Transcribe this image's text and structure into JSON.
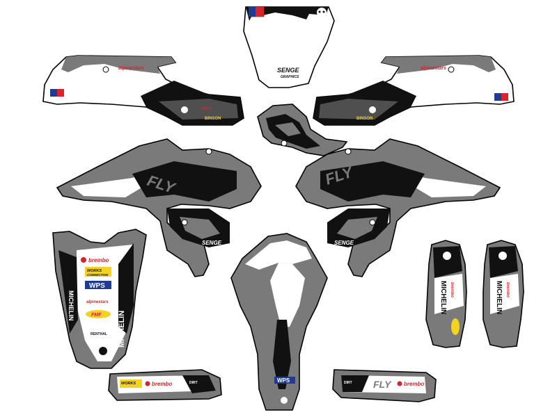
{
  "colors": {
    "gray": "#7a7a7a",
    "black": "#111111",
    "white": "#ffffff",
    "red": "#d8232a",
    "yellow": "#f4d21f",
    "blue": "#1f3a93"
  },
  "sponsors": {
    "brembo": "brembo",
    "works_line1": "WORKS",
    "works_line2": "CONNECTION",
    "wps": "WPS",
    "renthal": "RENTHAL",
    "michelin": "MICHELIN",
    "fmf": "FMF",
    "senge_line1": "SENGE",
    "senge_line2": "GRAPHICS",
    "alpinestars": "alpinestars",
    "dirt": "DIRT",
    "binson": "BINSON",
    "fly": "FLY"
  },
  "icons": [
    "flag-logo-icon",
    "skull-logo-icon",
    "brembo-roundel-icon",
    "fly-logo-icon"
  ]
}
